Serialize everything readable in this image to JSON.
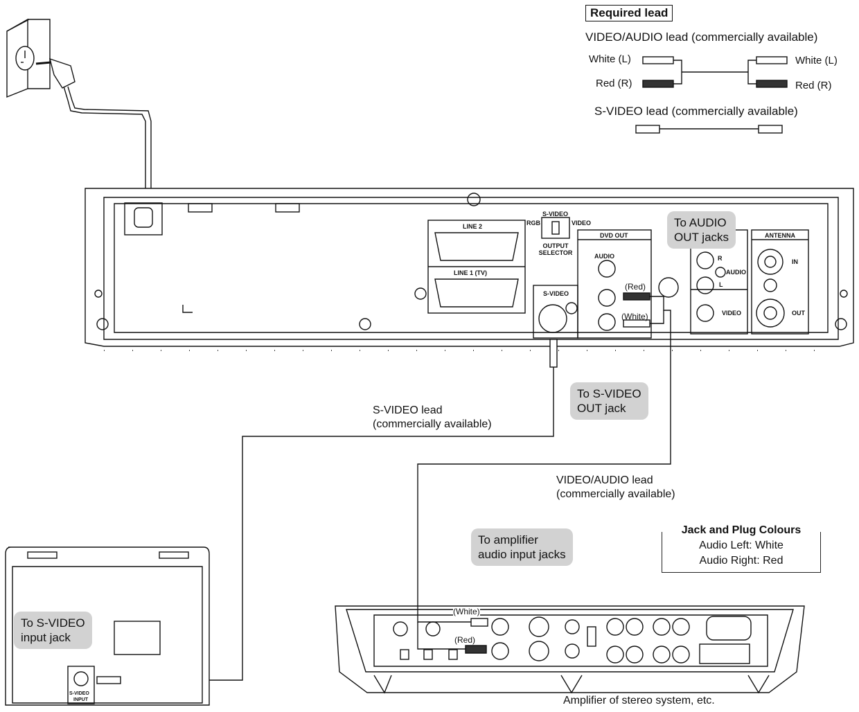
{
  "required": {
    "title": "Required lead",
    "av_lead": "VIDEO/AUDIO lead (commercially available)",
    "white_l": "White (L)",
    "red_r": "Red (R)",
    "svideo_lead": "S-VIDEO lead (commercially available)"
  },
  "panel": {
    "line2": "LINE 2",
    "line1": "LINE 1 (TV)",
    "rgb": "RGB",
    "svideo_top": "S-VIDEO",
    "video_sel": "VIDEO",
    "output_selector": "OUTPUT SELECTOR",
    "dvd_out": "DVD OUT",
    "audio": "AUDIO",
    "svideo_jack": "S-VIDEO",
    "antenna": "ANTENNA",
    "in": "IN",
    "out": "OUT",
    "r": "R",
    "l": "L",
    "audio_in": "AUDIO",
    "video_in": "VIDEO",
    "red_plug": "(Red)",
    "white_plug": "(White)"
  },
  "callouts": {
    "audio_out": "To AUDIO\nOUT jacks",
    "svideo_out": "To S-VIDEO\nOUT jack",
    "amp_in": "To amplifier\naudio input jacks",
    "svideo_in": "To S-VIDEO\ninput jack"
  },
  "labels": {
    "svideo_lead_1": "S-VIDEO lead",
    "svideo_lead_2": "(commercially available)",
    "av_lead_1": "VIDEO/AUDIO lead",
    "av_lead_2": "(commercially available)",
    "amp_caption": "Amplifier of stereo system, etc.",
    "tv_svideo": "S-VIDEO",
    "tv_input": "INPUT",
    "amp_white": "(White)",
    "amp_red": "(Red)"
  },
  "legend": {
    "title": "Jack and Plug Colours",
    "left": "Audio Left: White",
    "right": "Audio Right: Red"
  }
}
